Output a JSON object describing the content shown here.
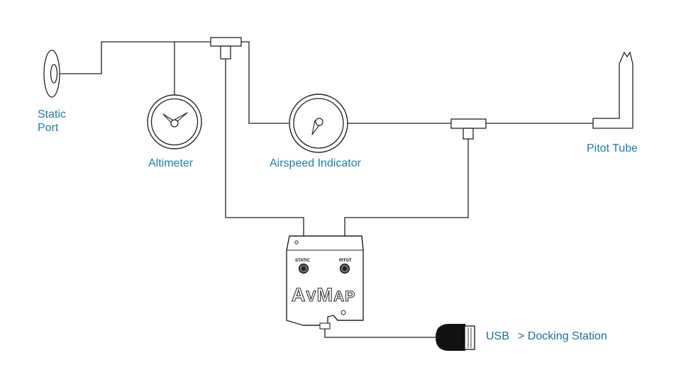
{
  "labels": {
    "static_port_line1": "Static",
    "static_port_line2": "Port",
    "altimeter": "Altimeter",
    "airspeed_indicator": "Airspeed Indicator",
    "pitot_tube": "Pitot Tube",
    "usb": "USB",
    "docking_station": "> Docking Station"
  },
  "device": {
    "brand_first": "A",
    "brand_v": "V",
    "brand_m": "M",
    "brand_rest": "AP",
    "port_static": "STATIC",
    "port_pitot": "PITOT"
  },
  "colors": {
    "label": "#1b7fa8",
    "line": "#222222",
    "connector": "#111111"
  }
}
